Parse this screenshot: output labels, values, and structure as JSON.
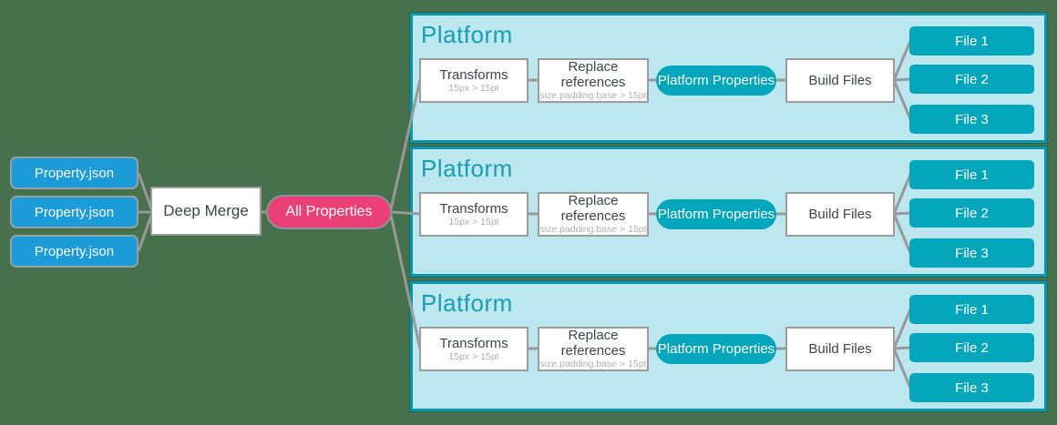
{
  "diagram_title": "Build pipeline diagram",
  "colors": {
    "background": "#47704D",
    "panel_fill": "#BCE7EF",
    "panel_border": "#0B95A9",
    "source_blue": "#1B9BD8",
    "all_properties_pink": "#EA4077",
    "teal_node": "#04A6BB",
    "connector_gray": "#999999",
    "title_teal": "#189DB2"
  },
  "sources": {
    "items": [
      {
        "label": "Property.json"
      },
      {
        "label": "Property.json"
      },
      {
        "label": "Property.json"
      }
    ]
  },
  "merge": {
    "label": "Deep Merge"
  },
  "all_properties": {
    "label": "All Properties"
  },
  "platforms": [
    {
      "title": "Platform",
      "transforms": {
        "label": "Transforms",
        "example": "15px > 15pt"
      },
      "replace_references": {
        "label": "Replace references",
        "example": "size.padding.base > 15pt"
      },
      "platform_properties": {
        "label": "Platform Properties"
      },
      "build_files": {
        "label": "Build Files"
      },
      "files": [
        {
          "label": "File 1"
        },
        {
          "label": "File 2"
        },
        {
          "label": "File 3"
        }
      ]
    },
    {
      "title": "Platform",
      "transforms": {
        "label": "Transforms",
        "example": "15px > 15pt"
      },
      "replace_references": {
        "label": "Replace references",
        "example": "size.padding.base > 15pt"
      },
      "platform_properties": {
        "label": "Platform Properties"
      },
      "build_files": {
        "label": "Build Files"
      },
      "files": [
        {
          "label": "File 1"
        },
        {
          "label": "File 2"
        },
        {
          "label": "File 3"
        }
      ]
    },
    {
      "title": "Platform",
      "transforms": {
        "label": "Transforms",
        "example": "15px > 15pt"
      },
      "replace_references": {
        "label": "Replace references",
        "example": "size.padding.base > 15pt"
      },
      "platform_properties": {
        "label": "Platform Properties"
      },
      "build_files": {
        "label": "Build Files"
      },
      "files": [
        {
          "label": "File 1"
        },
        {
          "label": "File 2"
        },
        {
          "label": "File 3"
        }
      ]
    }
  ]
}
